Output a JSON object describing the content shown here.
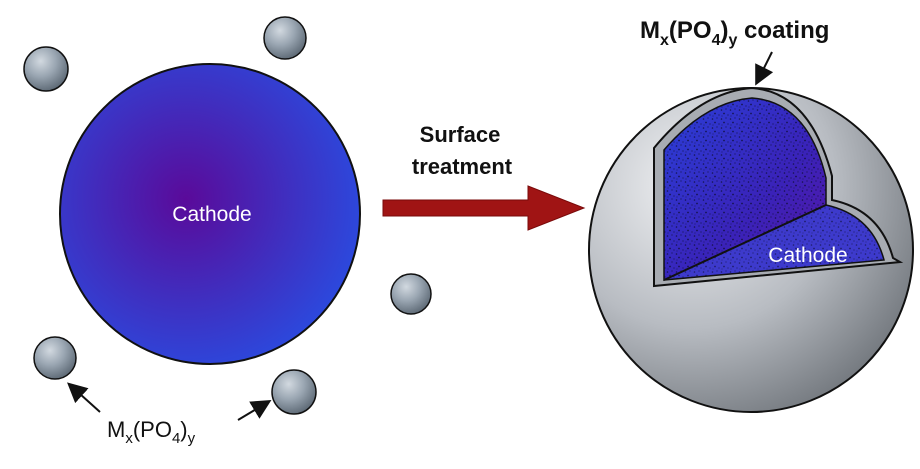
{
  "left": {
    "core_label": "Cathode",
    "particle_label": {
      "base": "M",
      "sub1": "x",
      "mid": "(PO",
      "sub2": "4",
      "close": ")",
      "sub3": "y"
    }
  },
  "process": {
    "line1": "Surface",
    "line2": "treatment"
  },
  "right": {
    "core_label": "Cathode",
    "coating_label": {
      "base": "M",
      "sub1": "x",
      "mid": "(PO",
      "sub2": "4",
      "close": ")",
      "sub3": "y",
      "suffix": " coating"
    }
  },
  "colors": {
    "core_center": "#5a0a9a",
    "core_edge": "#2a4be0",
    "particle": "#9aa6b2",
    "shell": "#b8bcc2",
    "arrow": "#a01414",
    "outline": "#111111"
  }
}
